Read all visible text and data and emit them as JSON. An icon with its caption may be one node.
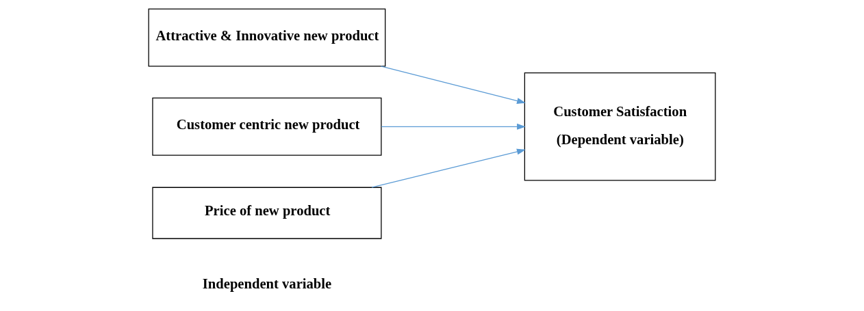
{
  "diagram": {
    "nodes": [
      {
        "text": [
          "Attractive & Innovative new product"
        ]
      },
      {
        "text": [
          "Customer centric new product"
        ]
      },
      {
        "text": [
          "Price of new product"
        ]
      },
      {
        "text": [
          "Customer Satisfaction",
          "(Dependent variable)"
        ]
      }
    ],
    "edges": [
      {
        "from": 0,
        "to": 3,
        "arrow": "to"
      },
      {
        "from": 1,
        "to": 3,
        "arrow": "to"
      },
      {
        "from": 2,
        "to": 3,
        "arrow": "to"
      }
    ],
    "labels": [
      "Independent variable"
    ]
  }
}
